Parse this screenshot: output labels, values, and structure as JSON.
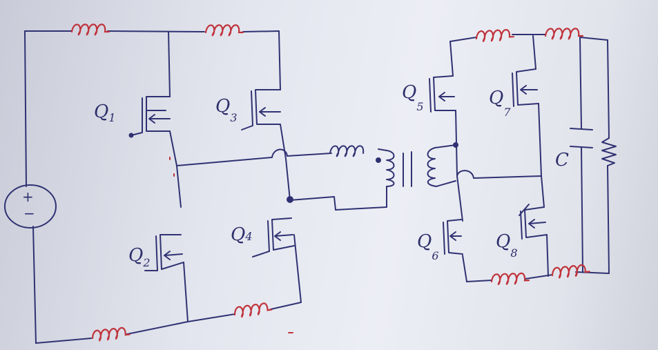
{
  "colors": {
    "ink": "#2f3172",
    "red_ink": "#c0333b",
    "paper": "#eceef5"
  },
  "source": {
    "plus": "+",
    "minus": "−"
  },
  "transistors": [
    {
      "id": "Q1",
      "letter": "Q",
      "sub": "1"
    },
    {
      "id": "Q2",
      "letter": "Q",
      "sub": "2"
    },
    {
      "id": "Q3",
      "letter": "Q",
      "sub": "3"
    },
    {
      "id": "Q4",
      "letter": "Q",
      "sub": "4"
    },
    {
      "id": "Q5",
      "letter": "Q",
      "sub": "5"
    },
    {
      "id": "Q6",
      "letter": "Q",
      "sub": "6"
    },
    {
      "id": "Q7",
      "letter": "Q",
      "sub": "7"
    },
    {
      "id": "Q8",
      "letter": "Q",
      "sub": "8"
    }
  ],
  "capacitor": {
    "label": "C"
  },
  "icons": [
    "dc-source-icon",
    "inductor-icon",
    "transformer-icon",
    "capacitor-icon",
    "resistor-icon",
    "mosfet-icon"
  ]
}
